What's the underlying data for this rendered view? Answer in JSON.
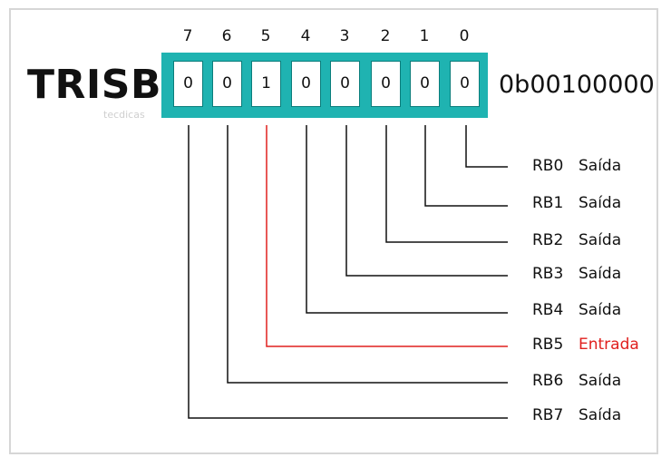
{
  "register": {
    "name": "TRISB",
    "binary": "0b00100000",
    "watermark": "tecdicas"
  },
  "bit_numbers": [
    "7",
    "6",
    "5",
    "4",
    "3",
    "2",
    "1",
    "0"
  ],
  "bit_values": [
    "0",
    "0",
    "1",
    "0",
    "0",
    "0",
    "0",
    "0"
  ],
  "pins": [
    {
      "pin": "RB0",
      "direction": "Saída"
    },
    {
      "pin": "RB1",
      "direction": "Saída"
    },
    {
      "pin": "RB2",
      "direction": "Saída"
    },
    {
      "pin": "RB3",
      "direction": "Saída"
    },
    {
      "pin": "RB4",
      "direction": "Saída"
    },
    {
      "pin": "RB5",
      "direction": "Entrada"
    },
    {
      "pin": "RB6",
      "direction": "Saída"
    },
    {
      "pin": "RB7",
      "direction": "Saída"
    }
  ],
  "colors": {
    "register_fill": "#1fb3b1",
    "input_highlight": "#e0201e",
    "line": "#111111"
  }
}
